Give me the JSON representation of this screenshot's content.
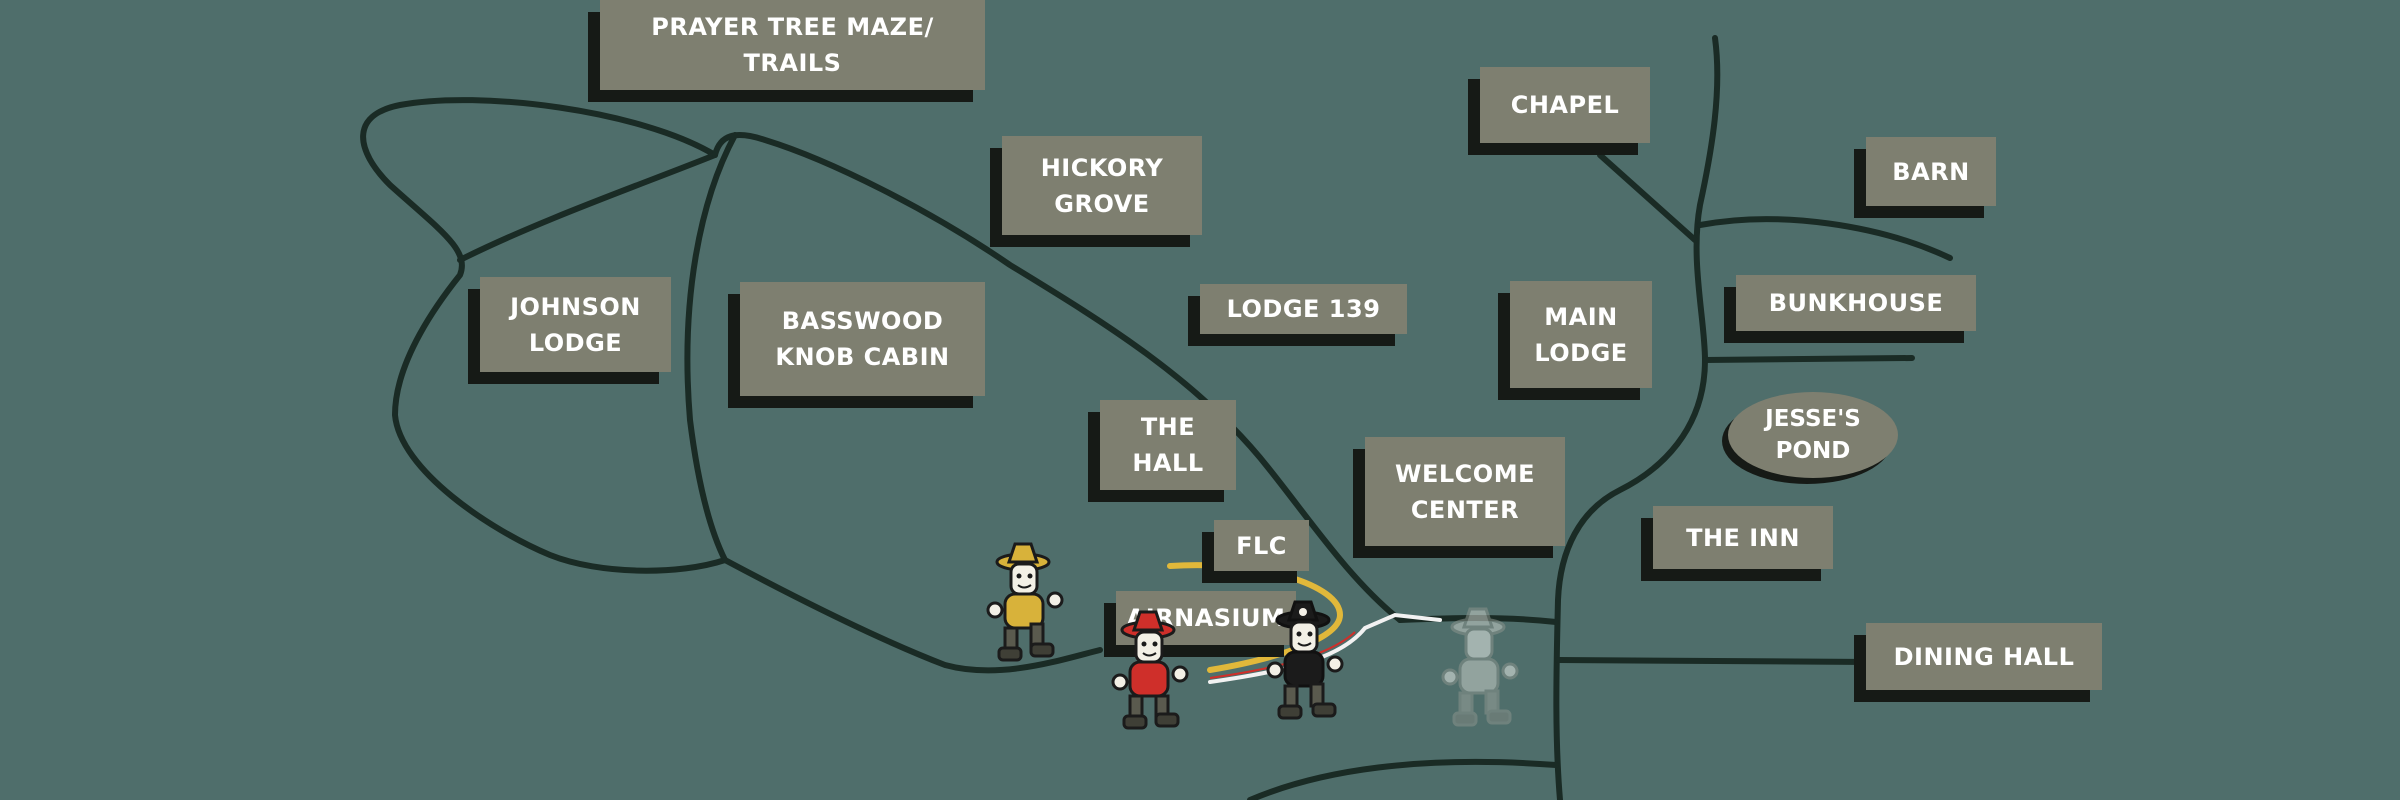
{
  "map": {
    "background_color": "#4f6e6b",
    "path_color": "#1a2b25",
    "label_color": "#7e7f70",
    "shadow_color": "#161a16",
    "locations": {
      "prayer_tree": "PRAYER TREE MAZE/\nTRAILS",
      "chapel": "CHAPEL",
      "barn": "BARN",
      "hickory_grove": "HICKORY\nGROVE",
      "johnson_lodge": "JOHNSON\nLODGE",
      "basswood": "BASSWOOD\nKNOB CABIN",
      "lodge139": "LODGE 139",
      "main_lodge": "MAIN\nLODGE",
      "bunkhouse": "BUNKHOUSE",
      "jesses_pond": "JESSE'S\nPOND",
      "the_hall": "THE\nHALL",
      "welcome_center": "WELCOME\nCENTER",
      "the_inn": "THE INN",
      "flc": "FLC",
      "airnasium": "AIRNASIUM",
      "dining_hall": "DINING HALL"
    }
  },
  "mascots": [
    {
      "name": "yellow",
      "color": "#d8b23a"
    },
    {
      "name": "red",
      "color": "#cf2f2a"
    },
    {
      "name": "black",
      "color": "#1b1b1b"
    },
    {
      "name": "ghost",
      "color": "#c9cfc9"
    }
  ]
}
